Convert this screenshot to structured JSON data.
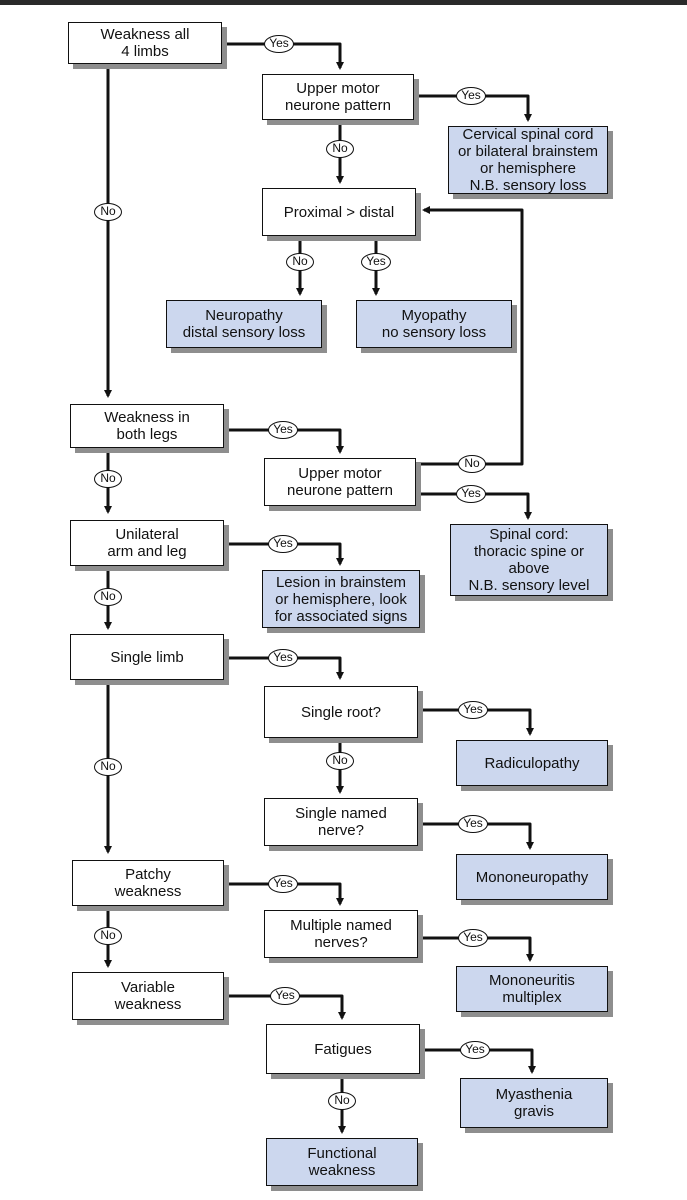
{
  "labels": {
    "yes": "Yes",
    "no": "No"
  },
  "nodes": {
    "weakness_all_limbs": "Weakness all\n4 limbs",
    "umn_pattern_1": "Upper motor\nneurone pattern",
    "cervical_cord": "Cervical spinal cord\nor bilateral brainstem\nor hemisphere\nN.B. sensory loss",
    "proximal_distal": "Proximal > distal",
    "neuropathy": "Neuropathy\ndistal sensory loss",
    "myopathy": "Myopathy\nno sensory loss",
    "weakness_both_legs": "Weakness in\nboth legs",
    "umn_pattern_2": "Upper motor\nneurone pattern",
    "spinal_cord": "Spinal cord:\nthoracic spine or\nabove\nN.B. sensory level",
    "unilateral": "Unilateral\narm and leg",
    "lesion_brainstem": "Lesion in brainstem\nor hemisphere, look\nfor associated signs",
    "single_limb": "Single limb",
    "single_root": "Single root?",
    "radiculopathy": "Radiculopathy",
    "single_named_nerve": "Single named\nnerve?",
    "mononeuropathy": "Mononeuropathy",
    "patchy_weakness": "Patchy\nweakness",
    "multiple_named_nerves": "Multiple named\nnerves?",
    "mononeuritis": "Mononeuritis\nmultiplex",
    "variable_weakness": "Variable\nweakness",
    "fatigues": "Fatigues",
    "myasthenia": "Myasthenia\ngravis",
    "functional": "Functional\nweakness"
  },
  "colors": {
    "outcome_fill": "#ccd7ee",
    "line": "#111111",
    "shadow": "#8e8e8e"
  }
}
